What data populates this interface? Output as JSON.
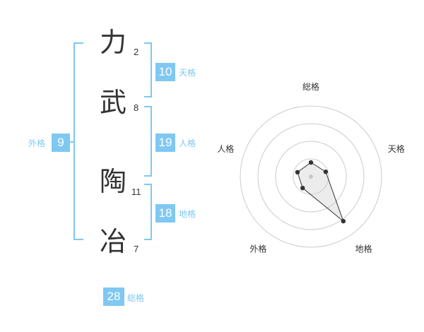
{
  "name": {
    "chars": [
      "力",
      "武",
      "陶",
      "冶"
    ],
    "strokes": [
      "2",
      "8",
      "11",
      "7"
    ]
  },
  "kakusu": {
    "tenkaku": {
      "value": "10",
      "label": "天格"
    },
    "jinkaku": {
      "value": "19",
      "label": "人格"
    },
    "chikaku": {
      "value": "18",
      "label": "地格"
    },
    "gaikaku": {
      "value": "9",
      "label": "外格"
    },
    "soukaku": {
      "value": "28",
      "label": "総格"
    }
  },
  "chart_data": {
    "type": "radar",
    "axes": [
      "総格",
      "天格",
      "地格",
      "外格",
      "人格"
    ],
    "values": [
      0.2,
      0.22,
      0.78,
      0.2,
      0.2
    ],
    "ring_count": 4,
    "colors": {
      "accent": "#7fc8f2",
      "polygon_stroke": "#333333",
      "ring": "#cccccc"
    }
  }
}
